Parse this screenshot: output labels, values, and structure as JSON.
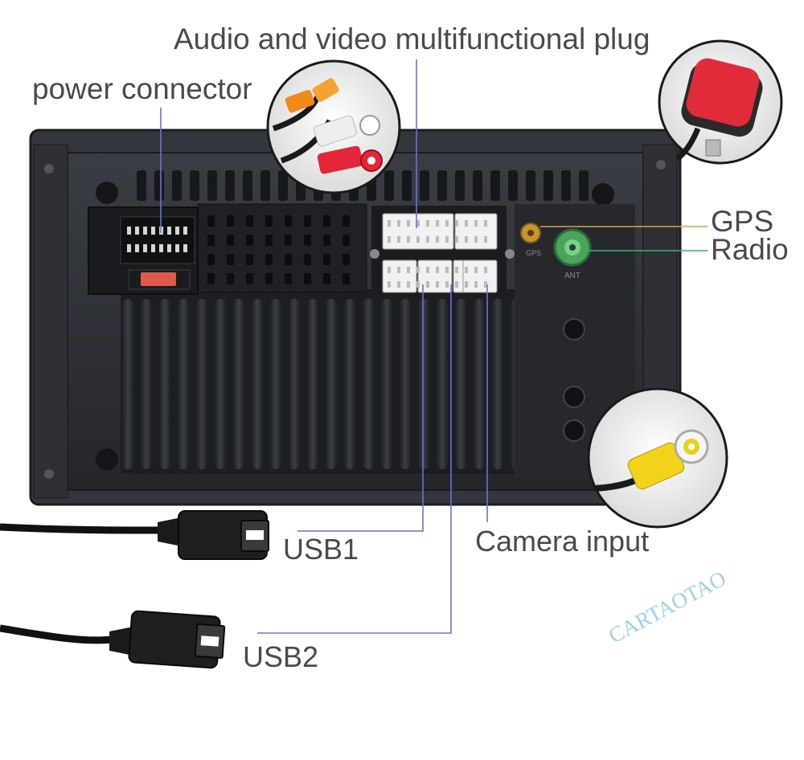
{
  "labels": {
    "av_plug": "Audio and video multifunctional plug",
    "power": "power connector",
    "gps": "GPS",
    "radio": "Radio",
    "usb1": "USB1",
    "usb2": "USB2",
    "camera": "Camera input"
  },
  "unit_markings": {
    "gps_port": "GPS",
    "ant_port": "ANT"
  },
  "watermark": "CARTAOTAO",
  "colors": {
    "leader_line": "#6b72d8",
    "gps_line": "#d9a441",
    "radio_line": "#3fae7a",
    "panel": "#2b2d32",
    "text": "#4a4a4a",
    "watermark": "#8ec9ea",
    "rca_orange": "#f08a1c",
    "rca_red": "#e3263a",
    "rca_white": "#eeeeee",
    "rca_yellow": "#f2d21a",
    "gps_pad": "#e02b3b"
  },
  "icons": [
    "power-connector-icon",
    "rca-plugs-icon",
    "gps-antenna-icon",
    "camera-rca-icon",
    "usb-cable-icon"
  ]
}
